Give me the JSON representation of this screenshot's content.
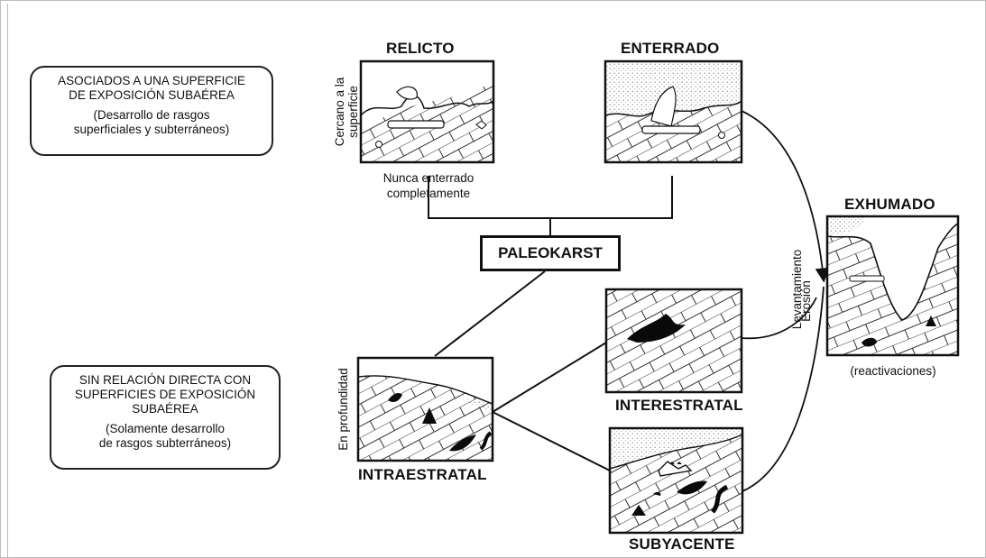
{
  "info_boxes": {
    "surface": {
      "main": "ASOCIADOS A UNA SUPERFICIE\nDE EXPOSICIÓN SUBAÉREA",
      "sub": "(Desarrollo de rasgos\nsuperficiales y subterráneos)"
    },
    "depth": {
      "main": "SIN RELACIÓN DIRECTA CON\nSUPERFICIES DE EXPOSICIÓN\nSUBAÉREA",
      "sub": "(Solamente desarrollo\nde rasgos subterráneos)"
    }
  },
  "center": {
    "label": "PALEOKARST"
  },
  "panels": {
    "relicto": {
      "title": "RELICTO",
      "side_label": "Cercano a la\nsuperficie",
      "caption": "Nunca enterrado\ncompletamente"
    },
    "enterrado": {
      "title": "ENTERRADO"
    },
    "exhumado": {
      "title": "EXHUMADO",
      "caption": "(reactivaciones)"
    },
    "interestratal": {
      "title": "INTERESTRATAL"
    },
    "intraestratal": {
      "title": "INTRAESTRATAL",
      "side_label": "En profundidad"
    },
    "subyacente": {
      "title": "SUBYACENTE"
    }
  },
  "arrow_labels": {
    "uplift": "Levantamiento",
    "erosion": "Erosión"
  },
  "colors": {
    "ink": "#111111",
    "cavity": "#0a0a0a",
    "sediment_stipple": "#9a9a9a"
  }
}
